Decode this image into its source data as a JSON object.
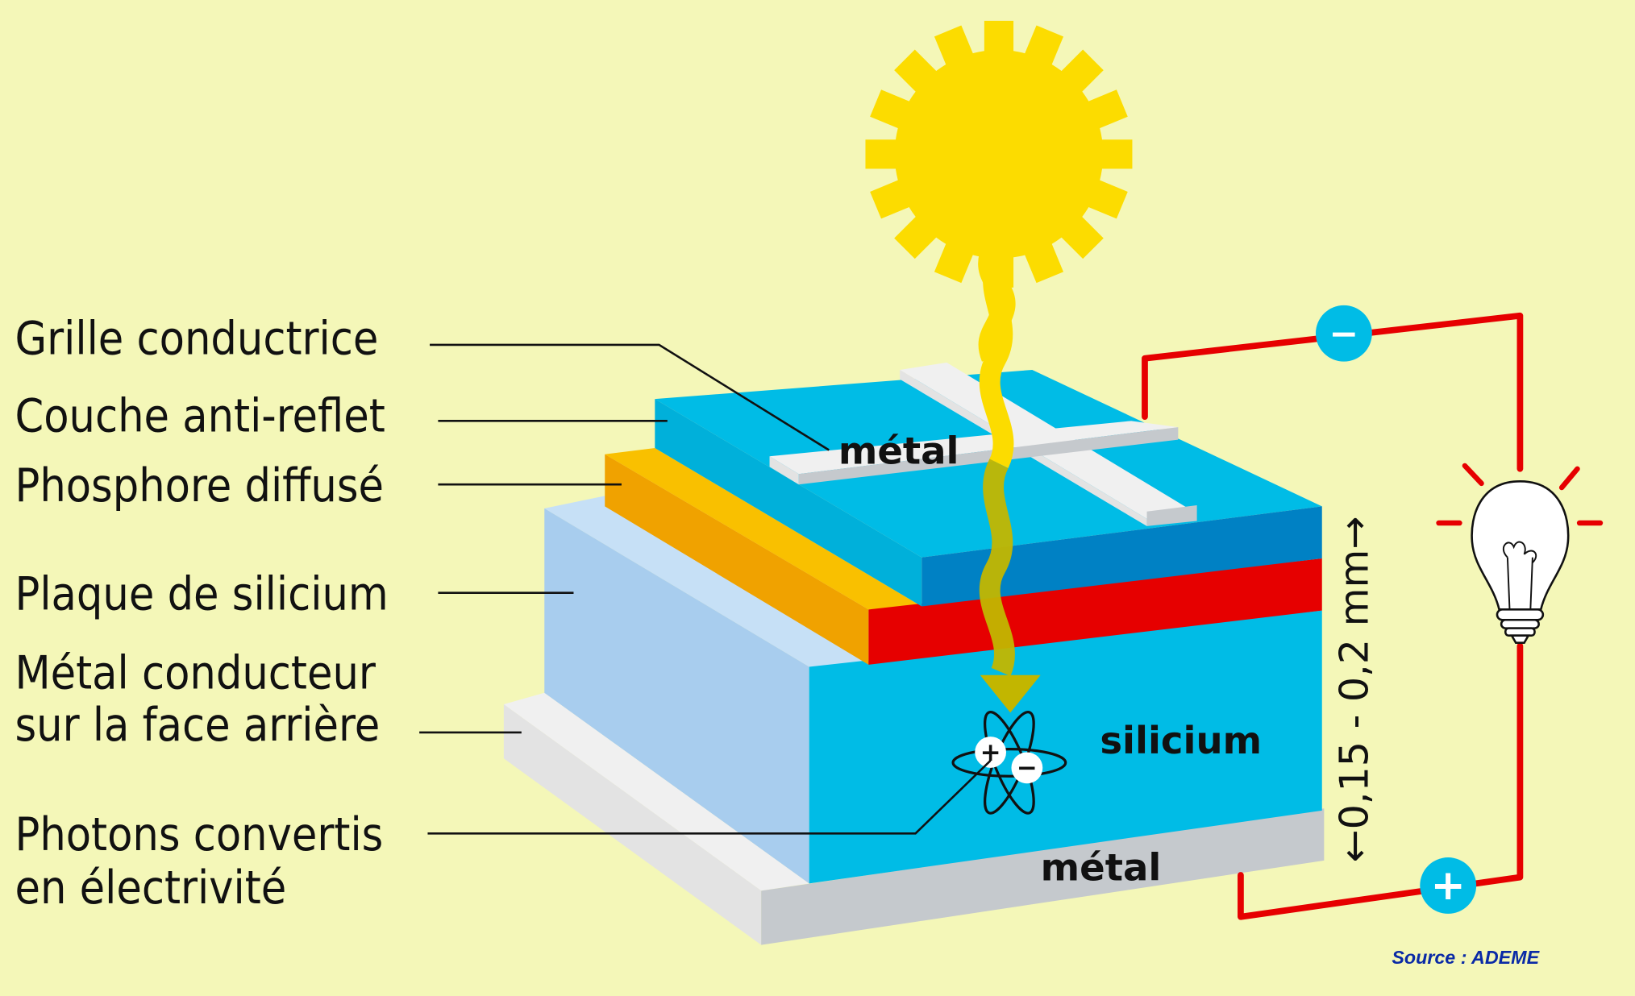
{
  "labels": {
    "grille": "Grille conductrice",
    "anti_reflet": "Couche anti-reflet",
    "phosphore": "Phosphore diffusé",
    "plaque": "Plaque de silicium",
    "metal_line1": "Métal conducteur",
    "metal_line2": "sur la face arrière",
    "photons_line1": "Photons convertis",
    "photons_line2": "en électrivité"
  },
  "inner_labels": {
    "top_metal": "métal",
    "silicon": "silicium",
    "bottom_metal": "métal"
  },
  "dimension": "←0,15 - 0,2 mm→",
  "terminals": {
    "negative": "−",
    "positive": "+"
  },
  "atom": {
    "positive": "+",
    "negative": "−"
  },
  "source": "Source : ADEME",
  "icons": [
    "sun-icon",
    "light-bulb-icon",
    "atom-icon",
    "photon-arrow-icon"
  ],
  "colors": {
    "background": "#f4f7b8",
    "sun": "#fcdc00",
    "anti_reflet": "#00bce6",
    "anti_reflet_front": "#0081c4",
    "phosphore_red": "#e60000",
    "phosphore_orange": "#f0a200",
    "silicium": "#00bce6",
    "plaque_side": "#a8cdee",
    "metal": "#c5c9cd",
    "wire": "#e60000",
    "terminal": "#00bce6",
    "source_text": "#0a2aa6"
  }
}
